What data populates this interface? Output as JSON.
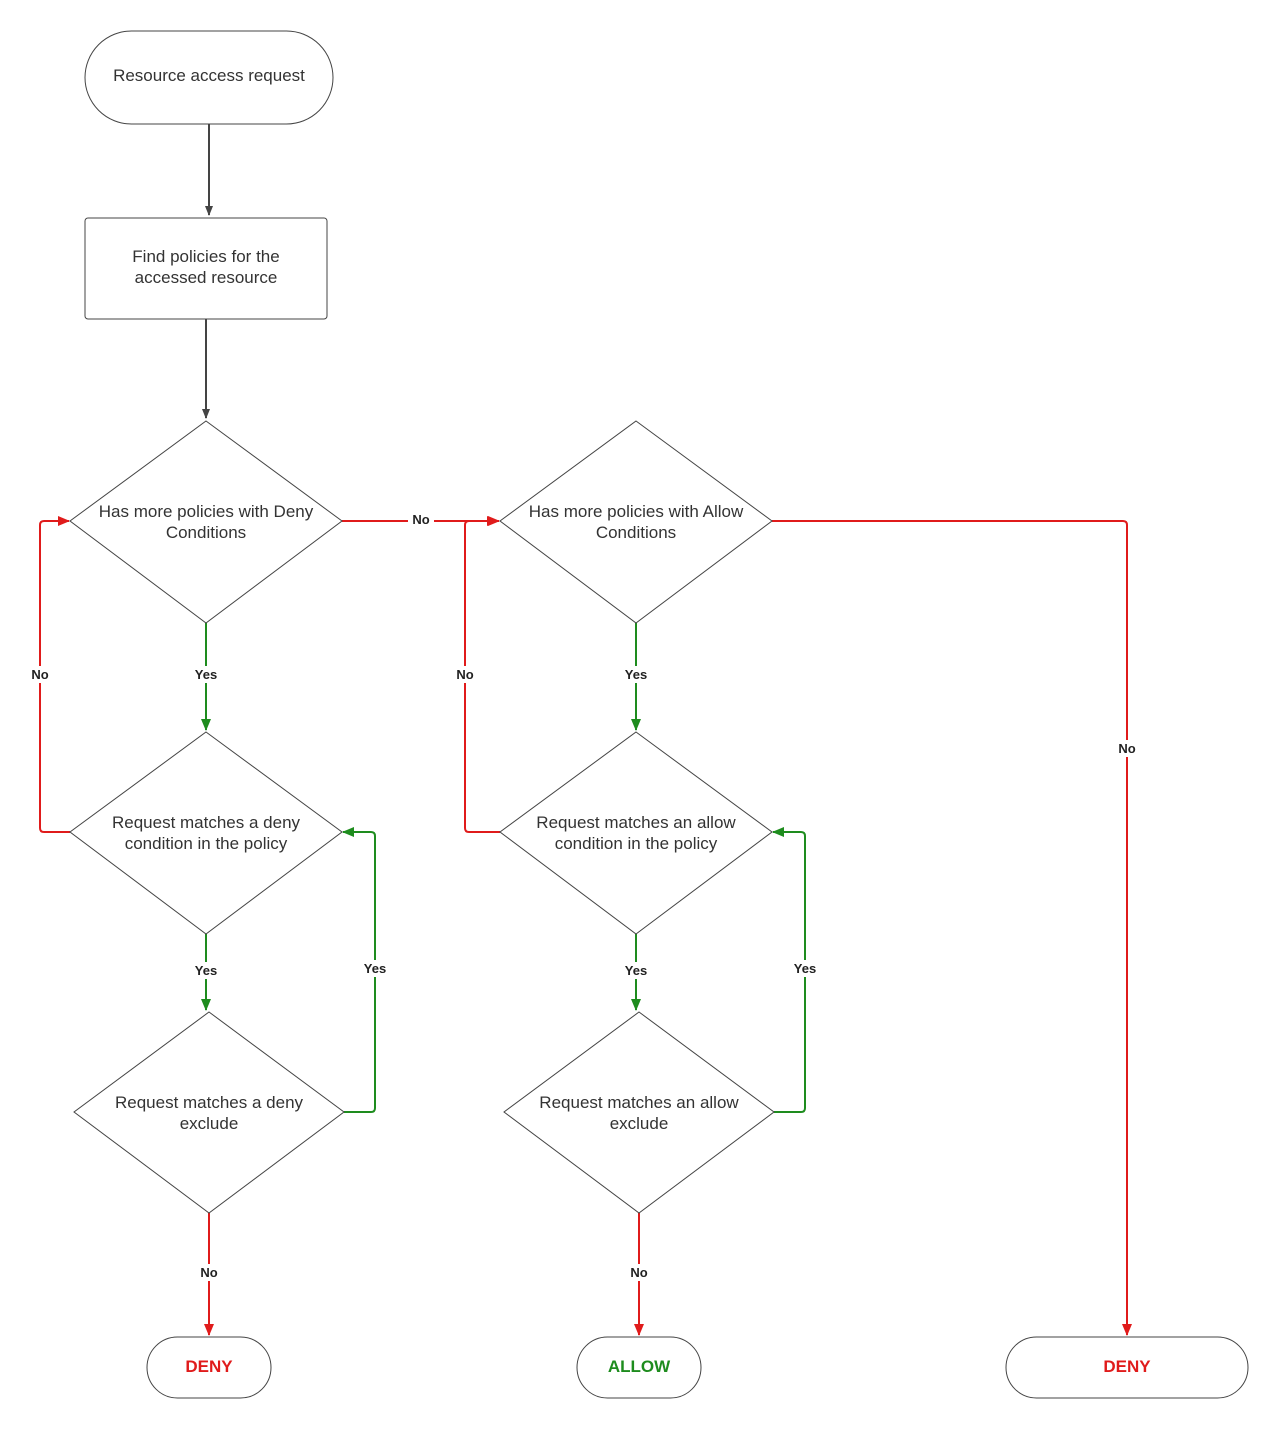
{
  "nodes": {
    "start": {
      "lines": [
        "Resource access request"
      ]
    },
    "find": {
      "lines": [
        "Find policies for the",
        "accessed resource"
      ]
    },
    "deny_more": {
      "lines": [
        "Has more policies with Deny",
        "Conditions"
      ]
    },
    "allow_more": {
      "lines": [
        "Has more policies with Allow",
        "Conditions"
      ]
    },
    "deny_match": {
      "lines": [
        "Request matches a deny",
        "condition in the policy"
      ]
    },
    "allow_match": {
      "lines": [
        "Request matches an allow",
        "condition in the policy"
      ]
    },
    "deny_exclude": {
      "lines": [
        "Request matches a deny",
        "exclude"
      ]
    },
    "allow_exclude": {
      "lines": [
        "Request matches an allow",
        "exclude"
      ]
    },
    "end_deny_1": {
      "lines": [
        "DENY"
      ]
    },
    "end_allow": {
      "lines": [
        "ALLOW"
      ]
    },
    "end_deny_2": {
      "lines": [
        "DENY"
      ]
    }
  },
  "edge_labels": {
    "yes": "Yes",
    "no": "No"
  },
  "colors": {
    "neutral": "#444444",
    "no": "#e01b1b",
    "yes": "#1e8c1e",
    "deny_text": "#e01b1b",
    "allow_text": "#1e8c1e"
  }
}
